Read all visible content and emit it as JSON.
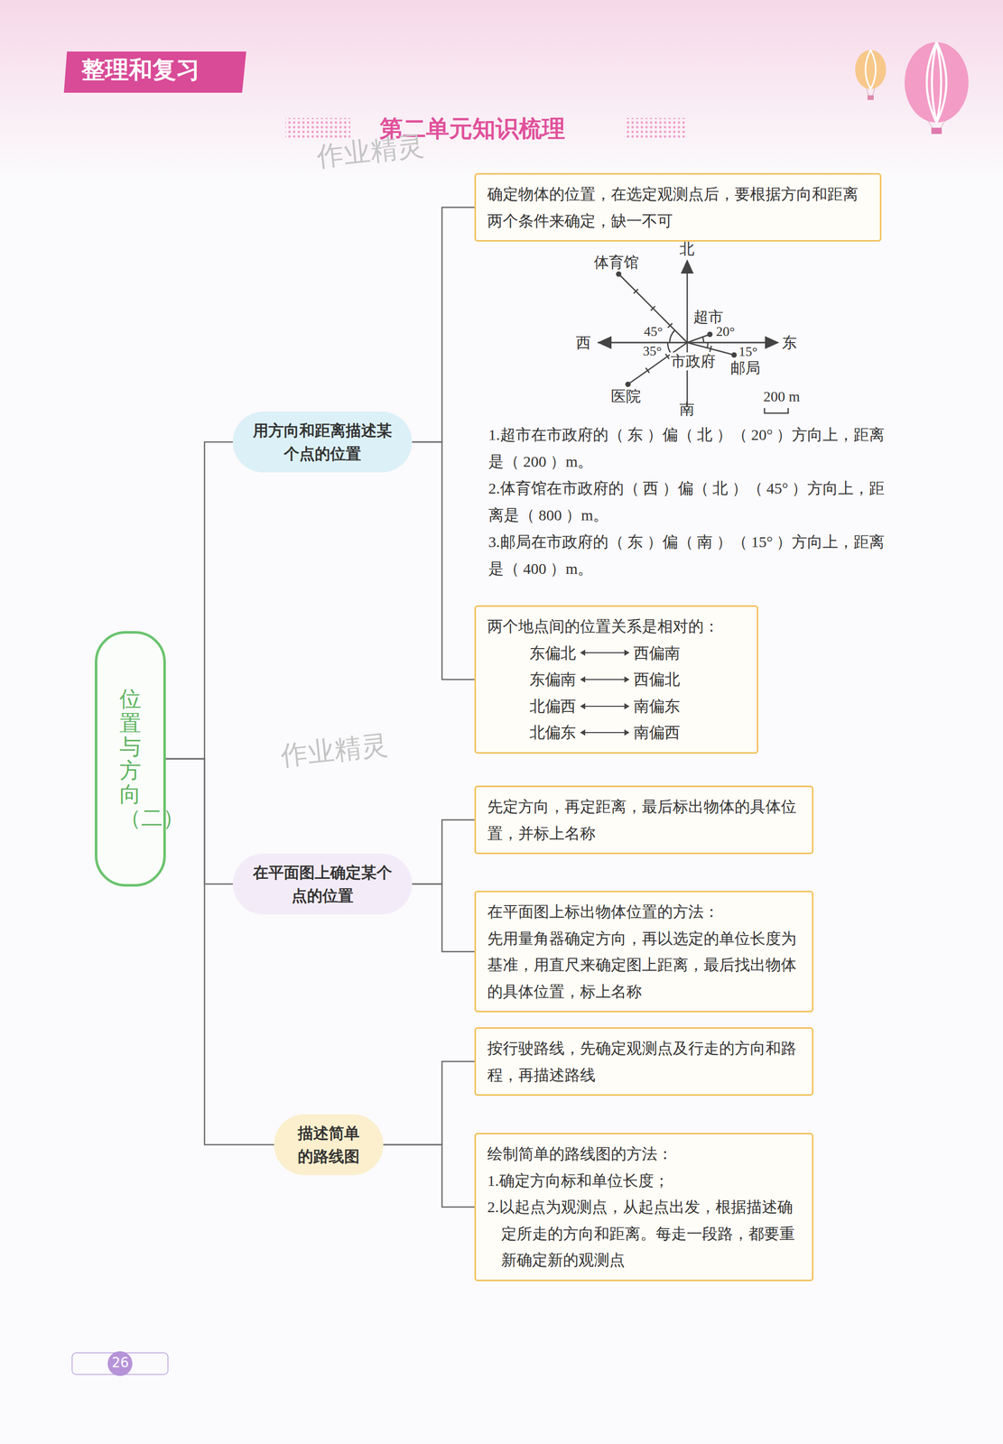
{
  "diagram": {
    "title": "第二单元知识梳理",
    "nodes": [
      {
        "text": [
          "位置与方向（二）"
        ]
      },
      {
        "text": [
          "用方向和距离描述某个点的位置"
        ]
      },
      {
        "text": [
          "确定物体的位置，在选定观测点后，要根据方向和距离两个条件来确定，缺一不可"
        ]
      },
      {
        "text": [
          "两个地点间的位置关系是相对的：",
          "东偏北",
          "西偏南",
          "东偏南",
          "西偏北",
          "北偏西",
          "南偏东",
          "北偏东",
          "南偏西"
        ]
      },
      {
        "text": [
          "在平面图上确定某个点的位置"
        ]
      },
      {
        "text": [
          "先定方向，再定距离，最后标出物体的具体位置，并标上名称"
        ]
      },
      {
        "text": [
          "在平面图上标出物体位置的方法：",
          "先用量角器确定方向，再以选定的单位长度为基准，用直尺来确定图上距离，最后找出物体的具体位置，标上名称"
        ]
      },
      {
        "text": [
          "描述简单的路线图"
        ]
      },
      {
        "text": [
          "按行驶路线，先确定观测点及行走的方向和路程，再描述路线"
        ]
      },
      {
        "text": [
          "绘制简单的路线图的方法：",
          "1.确定方向标和单位长度；",
          "2.以起点为观测点，从起点出发，根据描述确定所走的方向和距离。每走一段路，都要重新确定新的观测点"
        ]
      }
    ],
    "edges": [
      {
        "from": 0,
        "to": 1,
        "arrow": "none"
      },
      {
        "from": 0,
        "to": 4,
        "arrow": "none"
      },
      {
        "from": 0,
        "to": 7,
        "arrow": "none"
      },
      {
        "from": 1,
        "to": 2,
        "arrow": "none"
      },
      {
        "from": 1,
        "to": 3,
        "arrow": "none"
      },
      {
        "from": 4,
        "to": 5,
        "arrow": "none"
      },
      {
        "from": 4,
        "to": 6,
        "arrow": "none"
      },
      {
        "from": 7,
        "to": 8,
        "arrow": "none"
      },
      {
        "from": 7,
        "to": 9,
        "arrow": "none"
      }
    ],
    "labels": [
      "整理和复习",
      "作业精灵",
      "体育馆",
      "北",
      "超市",
      "20°",
      "45°",
      "西",
      "东",
      "35°",
      "15°",
      "市政府",
      "邮局",
      "医院",
      "南",
      "200 m",
      "1.超市在市政府的（ 东 ）偏（ 北 ）（ 20° ）方向上，距离是（ 200 ）m。",
      "2.体育馆在市政府的（ 西 ）偏（ 北 ）（ 45° ）方向上，距离是（ 800 ）m。",
      "3.邮局在市政府的（ 东 ）偏（ 南 ）（ 15° ）方向上，距离是（ 400 ）m。",
      "作业精灵",
      "26"
    ]
  }
}
